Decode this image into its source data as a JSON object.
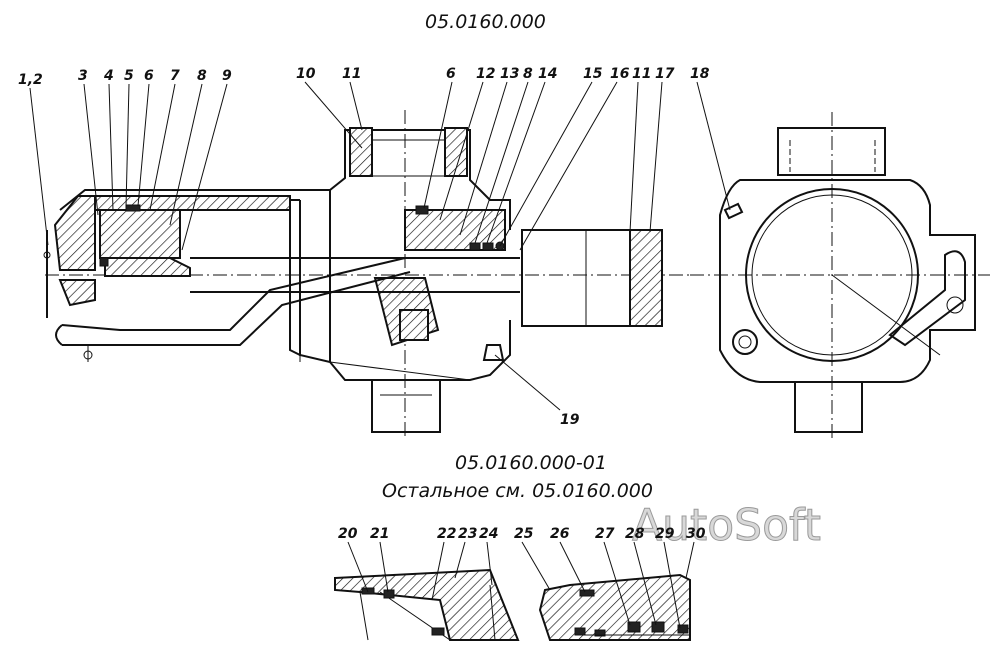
{
  "titles": {
    "main": "05.0160.000",
    "variant": "05.0160.000-01",
    "note": "Остальное см. 05.0160.000"
  },
  "watermark": "AutoSoft",
  "callouts_top": [
    "1,2",
    "3",
    "4",
    "5",
    "6",
    "7",
    "8",
    "9",
    "10",
    "11",
    "6",
    "12",
    "13",
    "8",
    "14",
    "15",
    "16",
    "11",
    "17",
    "18"
  ],
  "callout_19": "19",
  "callouts_bottom": [
    "20",
    "21",
    "22",
    "23",
    "24",
    "25",
    "26",
    "27",
    "28",
    "29",
    "30"
  ]
}
